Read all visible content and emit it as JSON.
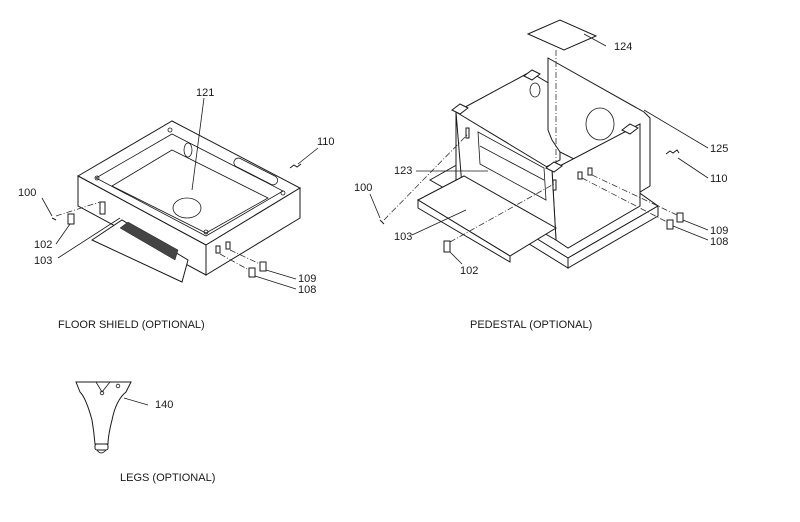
{
  "diagram": {
    "title": "Optional accessories exploded view",
    "floor_shield": {
      "caption": "FLOOR SHIELD (OPTIONAL)",
      "callouts": {
        "c121": "121",
        "c110": "110",
        "c100": "100",
        "c102": "102",
        "c103": "103",
        "c109": "109",
        "c108": "108"
      }
    },
    "pedestal": {
      "caption": "PEDESTAL (OPTIONAL)",
      "callouts": {
        "c124": "124",
        "c125": "125",
        "c110": "110",
        "c123": "123",
        "c100": "100",
        "c103": "103",
        "c102": "102",
        "c109": "109",
        "c108": "108"
      }
    },
    "legs": {
      "caption": "LEGS (OPTIONAL)",
      "callouts": {
        "c140": "140"
      }
    }
  }
}
